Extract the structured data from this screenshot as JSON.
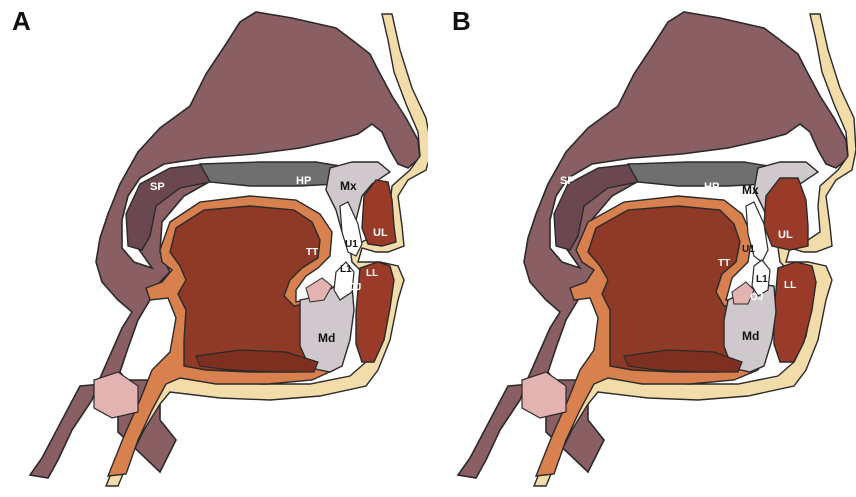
{
  "panels": [
    {
      "letter": "A",
      "labels": {
        "sp": "SP",
        "hp": "HP",
        "mx": "Mx",
        "ul": "UL",
        "u1": "U1",
        "tt": "TT",
        "l1": "L1",
        "ll": "LL",
        "oj": "OJ",
        "md": "Md"
      }
    },
    {
      "letter": "B",
      "labels": {
        "sp": "SP",
        "hp": "HP",
        "mx": "Mx",
        "ul": "UL",
        "u1": "U1",
        "tt": "TT",
        "l1": "L1",
        "ll": "LL",
        "oj": "OJ",
        "md": "Md"
      }
    }
  ],
  "colors": {
    "nasal_tissue": "#8a5f63",
    "soft_palate": "#6b4750",
    "hard_palate": "#6f6f6f",
    "maxilla_bone": "#cfc8cc",
    "tongue": "#8e3a26",
    "tongue_border": "#d9804f",
    "skin": "#f2dcaa",
    "lip": "#9a3a28",
    "mandible": "#cfc8cc",
    "hyoid": "#e2b3b0",
    "outline": "#2a2a2a"
  }
}
